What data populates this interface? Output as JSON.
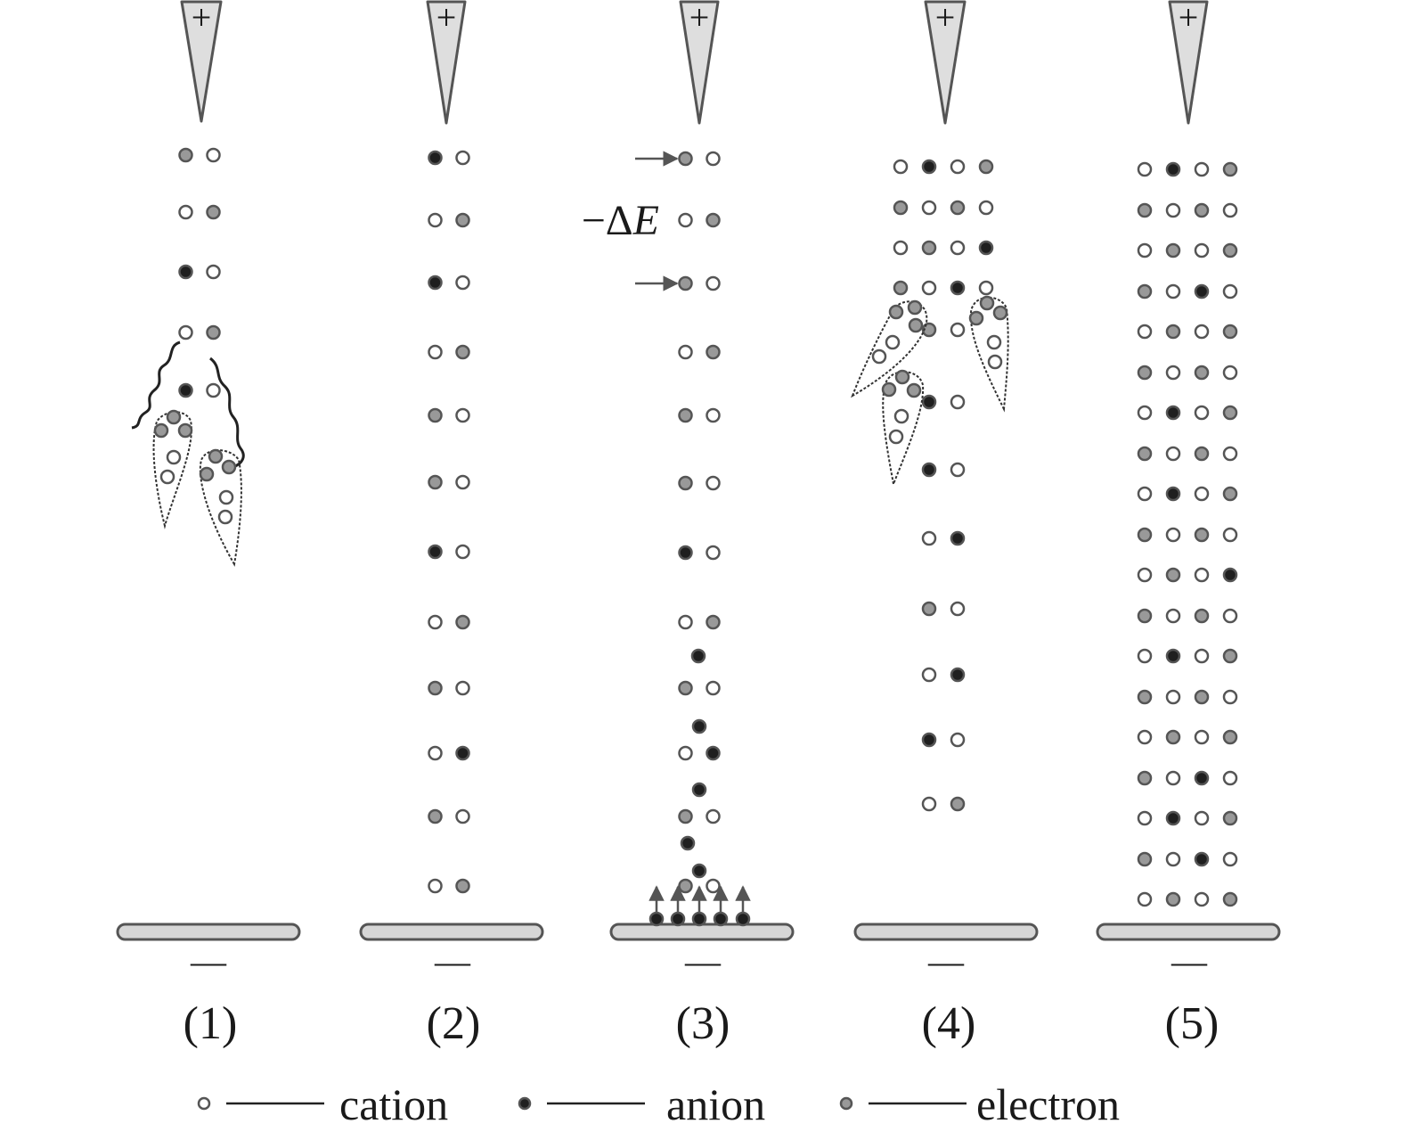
{
  "panels": [
    {
      "label": "(1)",
      "anode_sign": "+",
      "cathode_sign": "—"
    },
    {
      "label": "(2)",
      "anode_sign": "+",
      "cathode_sign": "—"
    },
    {
      "label": "(3)",
      "anode_sign": "+",
      "cathode_sign": "—"
    },
    {
      "label": "(4)",
      "anode_sign": "+",
      "cathode_sign": "—"
    },
    {
      "label": "(5)",
      "anode_sign": "+",
      "cathode_sign": "—"
    }
  ],
  "annotation": {
    "delta_e_minus": "−Δ",
    "delta_e_var": "E"
  },
  "legend": [
    {
      "kind": "cation",
      "label": "cation"
    },
    {
      "kind": "anion",
      "label": "anion"
    },
    {
      "kind": "electron",
      "label": "electron"
    }
  ],
  "colors": {
    "cation_fill": "#ffffff",
    "anion_fill": "#1f1f1f",
    "electron_fill": "#999999",
    "outline": "#555555",
    "electrode_fill": "#d6d6d6"
  },
  "particle_rows": {
    "p1": [
      "EC",
      "CE",
      "AC",
      "CE",
      "AC"
    ],
    "p2": [
      "AC",
      "CE",
      "AC",
      "CE",
      "EC",
      "EC",
      "AC",
      "CE",
      "EC",
      "CA",
      "EC",
      "CE"
    ],
    "p3": [
      "EC",
      "CE",
      "EC",
      "CE",
      "EC",
      "EC",
      "AC",
      "CE",
      "EC",
      "CA",
      "EC",
      "EC"
    ],
    "p4": [
      "CACE",
      "ECEC",
      "CECA",
      "ECAC",
      "EC",
      "AC",
      "AC",
      "CA",
      "EC",
      "CA",
      "AC",
      "CE"
    ],
    "p5": [
      "CACE",
      "ECEC",
      "CECE",
      "ECAC",
      "CECE",
      "ECEC",
      "CACE",
      "ECEC",
      "CACE",
      "ECEC",
      "CECA",
      "ECEC",
      "CACE",
      "ECEC",
      "CECE",
      "ECAC",
      "CACE",
      "ECAC",
      "CECE"
    ]
  }
}
